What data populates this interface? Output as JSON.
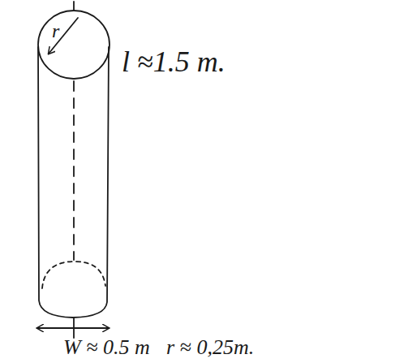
{
  "diagram": {
    "labels": [
      "r",
      "l ≈1.5 m.",
      "W ≈ 0.5 m",
      "r ≈ 0,25m."
    ]
  }
}
